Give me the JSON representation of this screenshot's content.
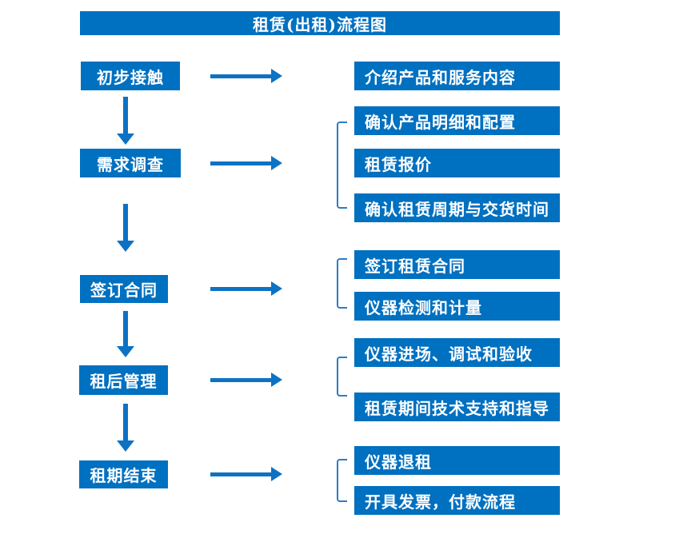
{
  "title": "租赁(出租)流程图",
  "colors": {
    "box_blue": "#0070c0",
    "arrow_blue": "#0d72c4",
    "bracket_blue": "#2f7bc3",
    "text_white": "#ffffff"
  },
  "stages": [
    {
      "label": "初步接触",
      "details": [
        "介绍产品和服务内容"
      ]
    },
    {
      "label": "需求调查",
      "details": [
        "确认产品明细和配置",
        "租赁报价",
        "确认租赁周期与交货时间"
      ]
    },
    {
      "label": "签订合同",
      "details": [
        "签订租赁合同",
        "仪器检测和计量"
      ]
    },
    {
      "label": "租后管理",
      "details": [
        "仪器进场、调试和验收",
        "租赁期间技术支持和指导"
      ]
    },
    {
      "label": "租期结束",
      "details": [
        "仪器退租",
        "开具发票，付款流程"
      ]
    }
  ]
}
